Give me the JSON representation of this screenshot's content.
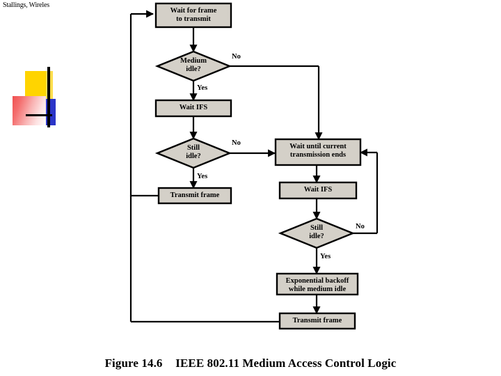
{
  "header": {
    "text": "Stallings, Wireles"
  },
  "logo": {
    "name": "mondrian-logo",
    "colors": {
      "yellow": "#FFD400",
      "blue": "#2B35C8",
      "red": "#F05050",
      "line": "#000000"
    }
  },
  "caption": {
    "figure_number": "Figure 14.6",
    "title": "IEEE 802.11 Medium Access Control Logic"
  },
  "diagram": {
    "type": "flowchart",
    "fill_color": "#D4D0C8",
    "stroke_color": "#000000",
    "nodes": [
      {
        "id": "wait_for_frame",
        "shape": "process",
        "label_line1": "Wait for frame",
        "label_line2": "to transmit"
      },
      {
        "id": "medium_idle",
        "shape": "decision",
        "label_line1": "Medium",
        "label_line2": "idle?"
      },
      {
        "id": "wait_ifs_1",
        "shape": "process",
        "label_line1": "Wait IFS",
        "label_line2": ""
      },
      {
        "id": "still_idle_1",
        "shape": "decision",
        "label_line1": "Still",
        "label_line2": "idle?"
      },
      {
        "id": "transmit_frame_1",
        "shape": "process",
        "label_line1": "Transmit frame",
        "label_line2": ""
      },
      {
        "id": "wait_until_current",
        "shape": "process",
        "label_line1": "Wait until current",
        "label_line2": "transmission ends"
      },
      {
        "id": "wait_ifs_2",
        "shape": "process",
        "label_line1": "Wait IFS",
        "label_line2": ""
      },
      {
        "id": "still_idle_2",
        "shape": "decision",
        "label_line1": "Still",
        "label_line2": "idle?"
      },
      {
        "id": "exponential_backoff",
        "shape": "process",
        "label_line1": "Exponential backoff",
        "label_line2": "while medium idle"
      },
      {
        "id": "transmit_frame_2",
        "shape": "process",
        "label_line1": "Transmit frame",
        "label_line2": ""
      }
    ],
    "edge_labels": {
      "medium_idle_no": "No",
      "medium_idle_yes": "Yes",
      "still_idle_1_no": "No",
      "still_idle_1_yes": "Yes",
      "still_idle_2_no": "No",
      "still_idle_2_yes": "Yes"
    }
  }
}
